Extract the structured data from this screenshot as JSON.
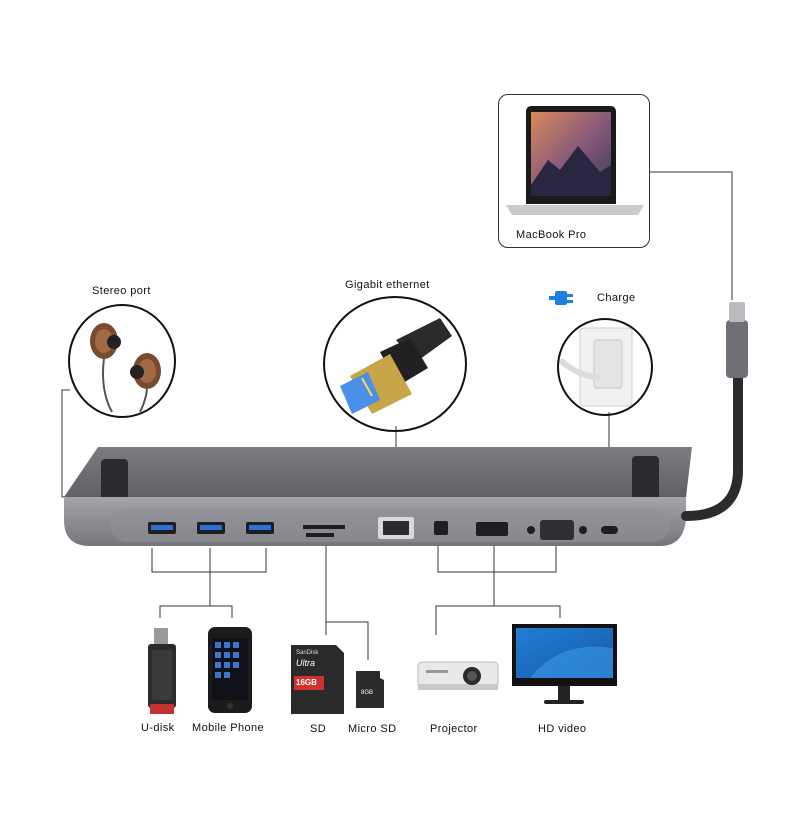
{
  "labels": {
    "macbook": "MacBook Pro",
    "stereo": "Stereo port",
    "ethernet": "Gigabit ethernet",
    "charge": "Charge",
    "udisk": "U-disk",
    "mobile": "Mobile Phone",
    "sd": "SD",
    "microsd": "Micro SD",
    "projector": "Projector",
    "hdvideo": "HD video"
  },
  "card_text": {
    "sd_brand": "SanDisk",
    "sd_line": "Ultra",
    "sd_capacity": "16GB",
    "microsd_capacity": "8GB"
  },
  "colors": {
    "hub_top": "#6f7176",
    "hub_front": "#8b8d92",
    "port_blue": "#2f6fd8",
    "charge_plug": "#1e7fe0",
    "line": "#333333"
  },
  "icons": [
    "laptop-icon",
    "earphones-icon",
    "ethernet-plug-icon",
    "power-plug-icon",
    "usb-drive-icon",
    "phone-icon",
    "sd-card-icon",
    "micro-sd-icon",
    "projector-icon",
    "monitor-icon"
  ]
}
